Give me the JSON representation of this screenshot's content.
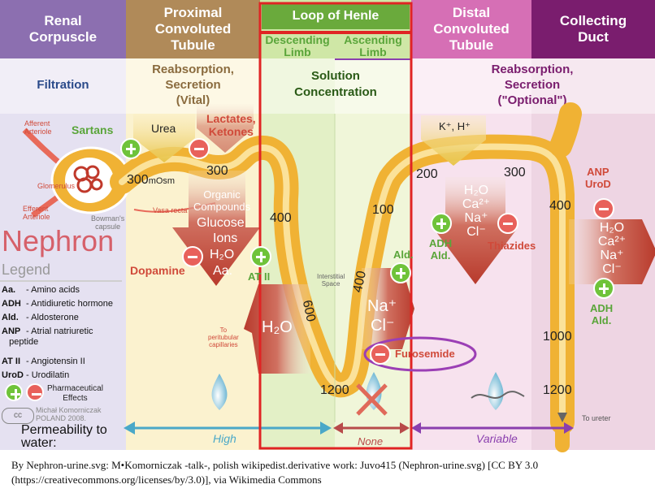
{
  "headers": {
    "renal_corpuscle": "Renal\nCorpuscle",
    "pct": "Proximal\nConvoluted\nTubule",
    "loop": "Loop of Henle",
    "descending": "Descending\nLimb",
    "ascending": "Ascending\nLimb",
    "dct": "Distal\nConvoluted\nTubule",
    "collecting": "Collecting\nDuct"
  },
  "functions": {
    "filtration": "Filtration",
    "pct": "Reabsorption,\nSecretion\n(Vital)",
    "loop": "Solution\nConcentration",
    "dct": "Reabsorption,\nSecretion\n(\"Optional\")"
  },
  "anatomy": {
    "afferent": "Afferent\nArteriole",
    "glomerulus": "Glomerulus",
    "efferent": "Efferent\nArteriole",
    "bowman": "Bowman's\ncapsule",
    "vasa_recta": "Vasa recta",
    "interstitial": "Interstitial\nSpace",
    "peritubular": "To\nperitubular\ncapillaries",
    "to_ureter": "To ureter"
  },
  "osm": {
    "o300_start": "300",
    "o300_start_unit": "mOsm",
    "o300_pct": "300",
    "o400_desc": "400",
    "o600": "600",
    "o1200_bottom": "1200",
    "o400_asc": "400",
    "o100": "100",
    "o200": "200",
    "o300_dct": "300",
    "o400_cd": "400",
    "o1000": "1000",
    "o1200_cd": "1200"
  },
  "substances": {
    "urea": "Urea",
    "lactates": "Lactates,\nKetones",
    "organic": "Organic\nCompounds",
    "glucose": "Glucose",
    "ions": "Ions",
    "h2o_aa_h2o": "H₂O",
    "h2o_aa_aa": "Aa.",
    "h2o_loop": "H₂O",
    "na_cl_na": "Na⁺",
    "na_cl_cl": "Cl⁻",
    "k_h": "K⁺, H⁺",
    "dct_ions": [
      "H₂O",
      "Ca²⁺",
      "Na⁺",
      "Cl⁻"
    ],
    "cd_ions": [
      "H₂O",
      "Ca²⁺",
      "Na⁺",
      "Cl⁻"
    ]
  },
  "drugs": {
    "sartans": "Sartans",
    "dopamine": "Dopamine",
    "at2": "AT II",
    "ald_loop": "Ald.",
    "furosemide": "Furosemide",
    "adh_ald_dct": "ADH\nAld.",
    "thiazides": "Thiazides",
    "anp_urod": "ANP\nUroD",
    "adh_ald_cd": "ADH\nAld."
  },
  "nephron_title": "Nephron",
  "legend": {
    "title": "Legend",
    "items": [
      {
        "abbr": "Aa.",
        "text": "- Amino acids"
      },
      {
        "abbr": "ADH",
        "text": "- Antidiuretic hormone"
      },
      {
        "abbr": "Ald.",
        "text": "- Aldosterone"
      },
      {
        "abbr": "ANP",
        "text": "- Atrial natriuretic\n   peptide"
      },
      {
        "abbr": "AT II",
        "text": "- Angiotensin II"
      },
      {
        "abbr": "UroD",
        "text": "- Urodilatin"
      }
    ],
    "effects": "Pharmaceutical\nEffects",
    "author": "Michał Komorniczak\nPOLAND 2008."
  },
  "permeability": {
    "label": "Permeability to\nwater:",
    "high": "High",
    "none": "None",
    "variable": "Variable"
  },
  "caption": "By Nephron-urine.svg: M•Komorniczak -talk-, polish wikipedist.derivative work: Juvo415 (Nephron-urine.svg) [CC BY 3.0 (https://creativecommons.org/licenses/by/3.0)], via Wikimedia Commons",
  "colors": {
    "renal": "#8c6fb0",
    "pct": "#b08a59",
    "loop": "#6aaa3c",
    "dct": "#d66fb5",
    "cd": "#7a1d6e",
    "tubule": "#f0b234",
    "red_arrow": "#c24a3a",
    "plus": "#6fc33a",
    "minus": "#e8615b",
    "highlight": "#e02424"
  }
}
